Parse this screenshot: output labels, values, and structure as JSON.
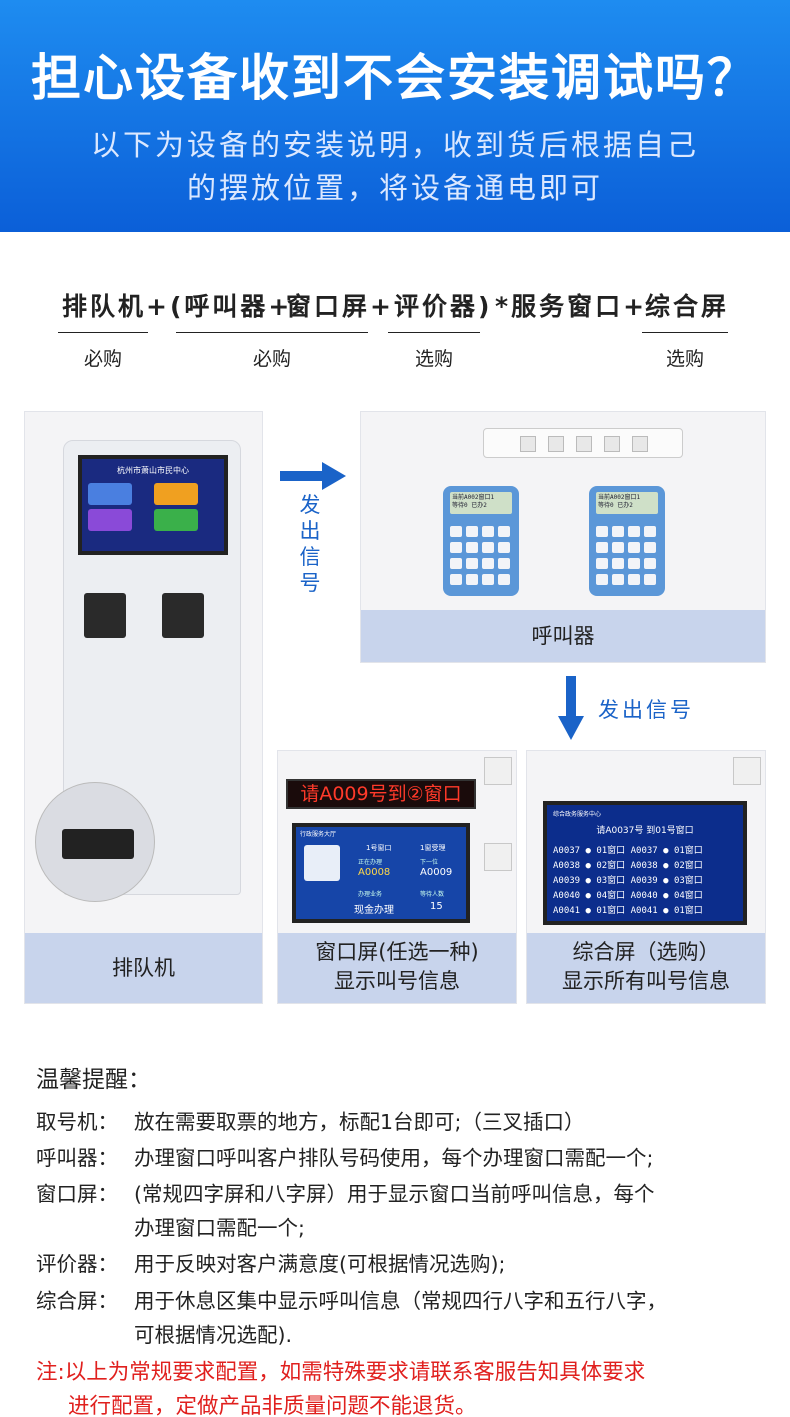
{
  "banner": {
    "title": "担心设备收到不会安装调试吗？",
    "subtitle_line1": "以下为设备的安装说明，收到货后根据自己",
    "subtitle_line2": "的摆放位置，将设备通电即可"
  },
  "formula": {
    "part1": "排队机+",
    "part2": "(呼叫器+",
    "part3": "窗口屏+",
    "part4": "评价器)",
    "part5": "*服务窗口+",
    "part6": "综合屏",
    "tag_required_1": "必购",
    "tag_required_2": "必购",
    "tag_optional_1": "选购",
    "tag_optional_2": "选购"
  },
  "panels": {
    "kiosk": {
      "caption": "排队机",
      "screen_title": "杭州市萧山市民中心"
    },
    "caller": {
      "caption": "呼叫器",
      "lcd_line1": "当前A002窗口1",
      "lcd_line2": "等待0  已办2"
    },
    "window_screen": {
      "caption_line1": "窗口屏(任选一种)",
      "caption_line2": "显示叫号信息",
      "led_text": "请A009号到②窗口",
      "lcd_title": "行政服务大厅",
      "lcd_window": "1号窗口",
      "lcd_status": "1窗受理",
      "lcd_current_label": "正在办理",
      "lcd_current": "A0008",
      "lcd_next_label": "下一位",
      "lcd_next": "A0009",
      "lcd_business_label": "办理业务",
      "lcd_business": "现金办理",
      "lcd_wait_label": "等待人数",
      "lcd_wait": "15"
    },
    "integrated_screen": {
      "caption_line1": "综合屏（选购）",
      "caption_line2": "显示所有叫号信息",
      "lcd_header": "综合政务服务中心",
      "lcd_headline": "请A0037号  到01号窗口",
      "rows": [
        {
          "left": "A0037 ● 01窗口",
          "right": "A0037 ● 01窗口"
        },
        {
          "left": "A0038 ● 02窗口",
          "right": "A0038 ● 02窗口"
        },
        {
          "left": "A0039 ● 03窗口",
          "right": "A0039 ● 03窗口"
        },
        {
          "left": "A0040 ● 04窗口",
          "right": "A0040 ● 04窗口"
        },
        {
          "left": "A0041 ● 01窗口",
          "right": "A0041 ● 01窗口"
        }
      ]
    }
  },
  "arrows": {
    "right_label": "发出信号",
    "down_label": "发出信号"
  },
  "tips": {
    "title": "温馨提醒：",
    "items": [
      {
        "label": "取号机：",
        "text": "放在需要取票的地方，标配1台即可;（三叉插口）"
      },
      {
        "label": "呼叫器：",
        "text": "办理窗口呼叫客户排队号码使用，每个办理窗口需配一个;"
      },
      {
        "label": "窗口屏：",
        "text": "(常规四字屏和八字屏）用于显示窗口当前呼叫信息，每个",
        "cont": "办理窗口需配一个;"
      },
      {
        "label": "评价器：",
        "text": "用于反映对客户满意度(可根据情况选购);"
      },
      {
        "label": "综合屏：",
        "text": "用于休息区集中显示呼叫信息（常规四行八字和五行八字，",
        "cont": "可根据情况选配)."
      }
    ],
    "warning_line1": "注:以上为常规要求配置，如需特殊要求请联系客服告知具体要求",
    "warning_line2": "进行配置，定做产品非质量问题不能退货。"
  },
  "colors": {
    "banner_top": "#1e8cf0",
    "banner_bottom": "#0b5fd8",
    "caption_bg": "#c8d4ec",
    "arrow_blue": "#1a63c8",
    "warning_red": "#e0201e"
  }
}
